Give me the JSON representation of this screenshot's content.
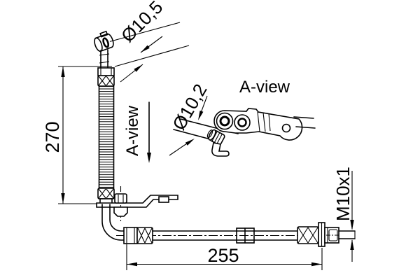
{
  "drawing": {
    "background": "#ffffff",
    "line_color": "#000000",
    "main_view": {
      "vertical_length_dim": "270",
      "horizontal_length_dim": "255",
      "top_eye_diameter_dim": "Ø10,5",
      "thread_spec": "M10x1",
      "view_arrow_label": "A-view"
    },
    "detail_view": {
      "title": "A-view",
      "eye_bore_diameter_dim": "Ø10,2"
    }
  }
}
